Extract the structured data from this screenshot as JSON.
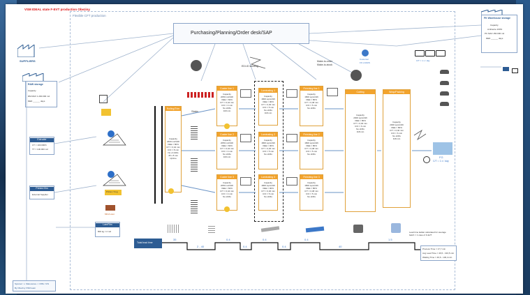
{
  "header": {
    "title": "VSM IDEAL state F-EVT production Obeziny",
    "frame_label": "Flexible CFT production"
  },
  "planning": {
    "label": "Purchasing/Planning/Order desk/SAP"
  },
  "suppliers": {
    "label": "SUPPLIERS"
  },
  "customer": {
    "title": "FK Warehouse storage",
    "lines": [
      "Capacity",
      "Ambiente 100%",
      "PC MAX 150.000 m2",
      "DED ______ days"
    ]
  },
  "customer_ship": {
    "label": "Customer",
    "sub": "FK LOADS"
  },
  "raw_storage": {
    "title": "RAW storage",
    "lines": [
      "Capacity",
      "RM MAX 1.200.000 m2",
      "DED ______ days"
    ]
  },
  "flows": {
    "edi": "EDI-ID sending",
    "make_to_order": "Make-to-order",
    "make_to_stock": "Make-to-stock",
    "slabs": "Slabs",
    "delivery": "C/T = 1 x / day"
  },
  "left_column": {
    "extruder": {
      "title": "Extruder",
      "lines": [
        "CT = 100.000/h",
        "TT = 100.000 m2"
      ]
    },
    "printed_film": {
      "title": "Printed film",
      "lines": [
        "External Supplier"
      ]
    },
    "lamfilm": {
      "title": "LamFilm",
      "lines": [
        "800 kg = 2 roll"
      ]
    },
    "printer_label": "Printer / Fog",
    "stock_label": "MICA cast"
  },
  "processes": [
    {
      "title": "Rolling/Trim",
      "body": "Capacity\n2400 m2/shift\nOEE = 80%\nC/T = 0,42 min\nC/O = 8 min\nNo of shifts\n45 x 8 min\nUptime"
    },
    {
      "title": "Coater line 1",
      "body": "Capacity\n2050 m2/shift\nOEE = 84%\nC/T = 0,44 min\nC/O = 4 min\nNo.shifts\n3x8 min"
    },
    {
      "title": "Coater line 2",
      "body": "Capacity\n2050 m2/shift\nOEE = 84%\nC/T = 0,44 min\nC/O = 4 min\nNo.shifts\n3x8 min"
    },
    {
      "title": "Coater line 3",
      "body": "Capacity\n2050 m2/shift\nOEE = 84%\nC/T = 0,44 min\nC/O = 4 min\nNo.shifts"
    },
    {
      "title": "Laminating 1",
      "body": "Capacity\n1800 sqm/shift\nOEE = 90%\nC/T = 0,46 min\nC/O = 5 min\nNo.shifts\n3x8 min"
    },
    {
      "title": "Laminating 2",
      "body": "Capacity\n1800 sqm/shift\nOEE = 90%\nC/T = 0,46 min\nC/O = 5 min\nNo.shifts"
    },
    {
      "title": "Laminating 3",
      "body": "Capacity\n1800 sqm/shift\nOEE = 90%\nC/T = 0,46 min\nC/O = 5 min\nNo.shifts"
    },
    {
      "title": "Finishing line 1",
      "body": "Capacity\n1800 sqm/shift\nOEE = 80%\nC/T = 0,48 min\nC/O = 5 min\nNo.shifts"
    },
    {
      "title": "Finishing line 2",
      "body": "Capacity\n1800 sqm/shift\nOEE = 80%\nC/T = 0,48 min\nC/O = 5 min\nNo.shifts"
    },
    {
      "title": "Finishing line 3",
      "body": "Capacity\n1800 sqm/shift\nOEE = 80%\nC/T = 0,48 min\nC/O = 5 min\nNo.shifts"
    },
    {
      "title": "Cutting",
      "body": "Capacity\n2000 sqm/shift\nOEE = 80%\nC/T = 0,40 min\nC/O = 6 min\nNo.shifts\n3x8 min"
    },
    {
      "title": "Wrap/Packing",
      "body": "Capacity\n2000 sqm/shift\nOEE = 80%\nC/T = 0,40 min\nC/O = 6 min\nNo.shifts\n3x8 min"
    }
  ],
  "fg": {
    "label": "FG",
    "sub": "C/T = 1 x / day"
  },
  "timeline": {
    "start_label": "Total lead time",
    "values": [
      "35",
      "2 - 40",
      "0.4",
      "0.4",
      "0.4",
      "0.4",
      "0.4",
      "40",
      "1.5",
      "8"
    ]
  },
  "note": "Lead time ladder calculated for average batch = 1 case of F-EVT",
  "summary": [
    "Process Time = 17,7 min",
    "Avg Lead Time = 46,5 - 130,5 min",
    "Waiting Time = 46,6 - 130,4 min"
  ],
  "footer": [
    "Sponsor: L. Matousova -> OPE / CIS",
    "By Obeziny VSM team"
  ]
}
